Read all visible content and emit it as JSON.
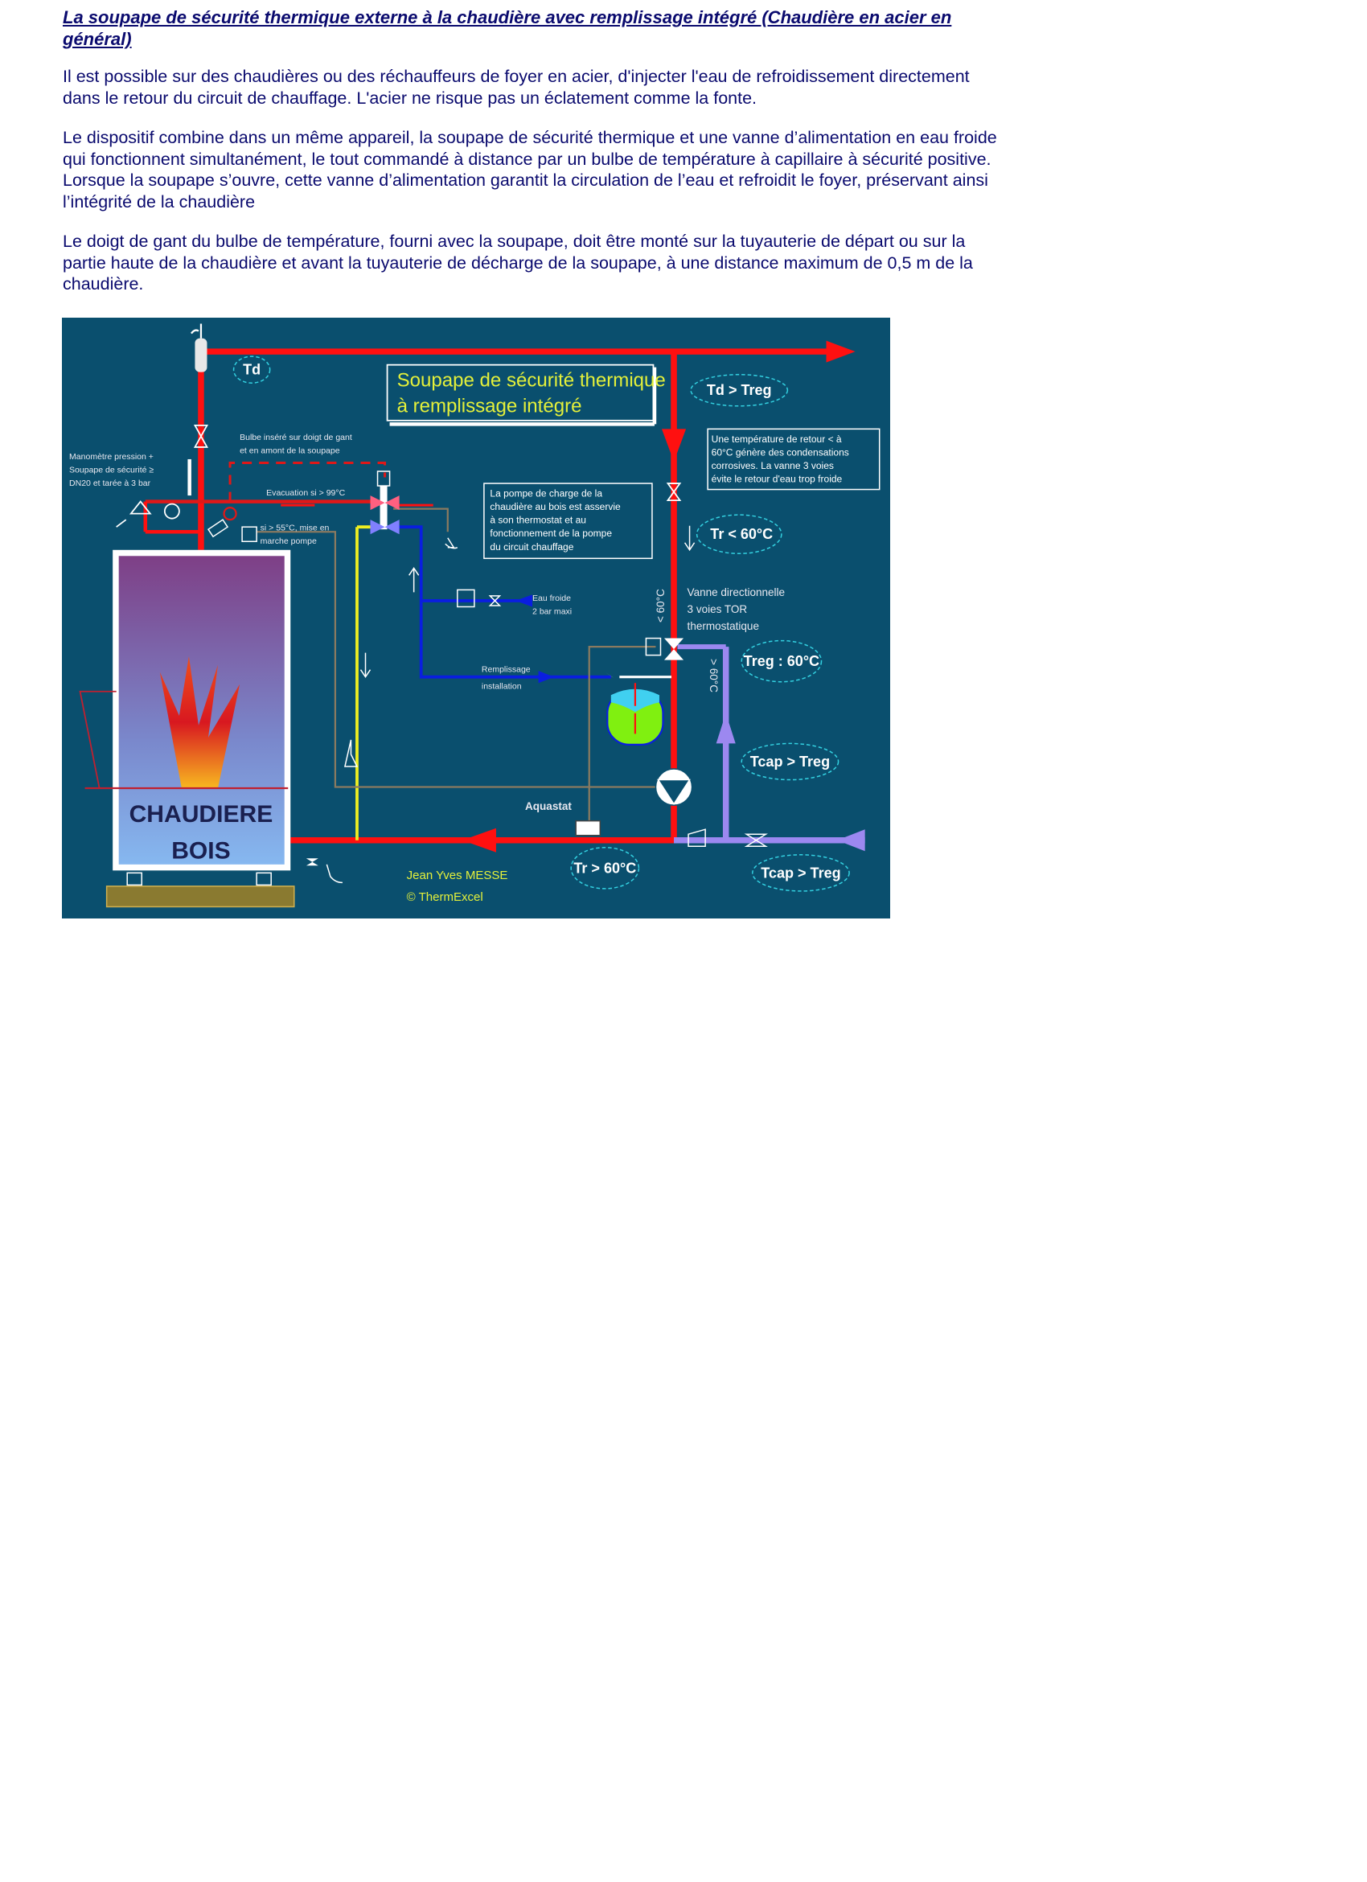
{
  "article": {
    "title": "La soupape de sécurité thermique externe à la chaudière avec remplissage intégré (Chaudière en acier en général)",
    "paragraphs": [
      "Il est possible sur des chaudières ou des réchauffeurs de foyer en acier, d'injecter l'eau de refroidissement directement dans le retour du circuit de chauffage. L'acier ne risque pas un éclatement comme la fonte.",
      "Le dispositif combine dans un même appareil, la soupape de sécurité thermique et une vanne d’alimentation en eau froide qui fonctionnent simultanément, le tout commandé à distance par un bulbe de température à capillaire à sécurité positive. Lorsque la soupape s’ouvre, cette vanne d’alimentation garantit la circulation de l’eau et refroidit le foyer, préservant ainsi l’intégrité de la chaudière",
      "Le doigt de gant du bulbe de température, fourni avec la soupape, doit être monté sur la tuyauterie de départ ou sur la partie haute de la chaudière et avant la tuyauterie de décharge de la soupape, à une distance maximum de 0,5 m de la chaudière."
    ]
  },
  "diagram": {
    "title_line1": "Soupape de sécurité thermique",
    "title_line2": "à remplissage intégré",
    "td": "Td",
    "td_treg": "Td > Treg",
    "tr_lt60": "Tr < 60°C",
    "treg": "Treg : 60°C",
    "tcap_treg_1": "Tcap > Treg",
    "tcap_treg_2": "Tcap > Treg",
    "tr_gt60": "Tr > 60°C",
    "note_return": [
      "Une température de retour < à",
      "60°C génère des condensations",
      "corrosives. La vanne 3 voies",
      "évite le retour d'eau trop froide"
    ],
    "note_pump": [
      "La pompe de charge de la",
      "chaudière au bois est asservie",
      "à son thermostat et au",
      "fonctionnement de la pompe",
      "du circuit chauffage"
    ],
    "manometre": [
      "Manomètre pression +",
      "Soupape de sécurité ≥",
      "DN20 et tarée à 3 bar"
    ],
    "bulbe": [
      "Bulbe inséré sur doigt de gant",
      "et en amont de la soupape"
    ],
    "evacuation": "Evacuation si > 99°C",
    "pump_start": [
      "si > 55°C, mise en",
      "marche pompe"
    ],
    "eau_froide": [
      "Eau froide",
      "2 bar maxi"
    ],
    "remplissage": [
      "Remplissage",
      "installation"
    ],
    "vanne": [
      "Vanne directionnelle",
      "3 voies TOR",
      "thermostatique"
    ],
    "lt60_vertical": "< 60°C",
    "gt60_vertical": "> 60°C",
    "aquastat": "Aquastat",
    "boiler_line1": "CHAUDIERE",
    "boiler_line2": "BOIS",
    "author": "Jean Yves MESSE",
    "copyright": "© ThermExcel",
    "colors": {
      "background": "#0a4f6e",
      "flow": "#ff1010",
      "return_cap": "#9c88f0",
      "cold_water": "#0a1ee0",
      "title_text": "#e4f03a",
      "label_ellipse": "#33d0e0"
    }
  }
}
